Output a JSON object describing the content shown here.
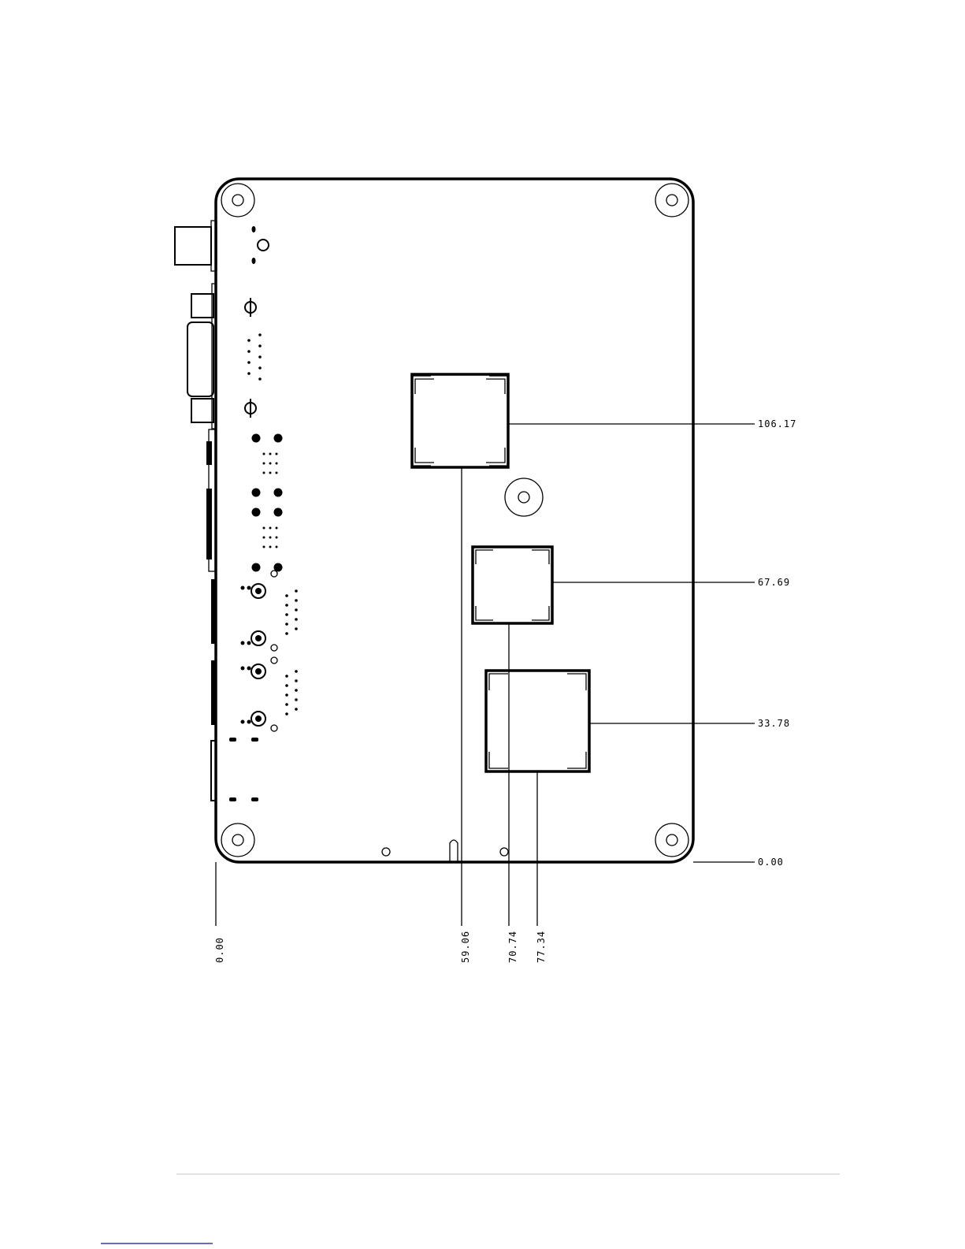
{
  "drawing": {
    "dimensions": {
      "vertical": [
        {
          "key": "top",
          "label": "106.17"
        },
        {
          "key": "mid",
          "label": "67.69"
        },
        {
          "key": "low",
          "label": "33.78"
        },
        {
          "key": "origin",
          "label": "0.00"
        }
      ],
      "horizontal": [
        {
          "key": "origin",
          "label": "0.00"
        },
        {
          "key": "a",
          "label": "59.06"
        },
        {
          "key": "b",
          "label": "70.74"
        },
        {
          "key": "c",
          "label": "77.34"
        }
      ]
    }
  },
  "colors": {
    "line": "#000000",
    "footer_rule": "#d8d8d8",
    "footer_link": "#3a3ab0"
  }
}
